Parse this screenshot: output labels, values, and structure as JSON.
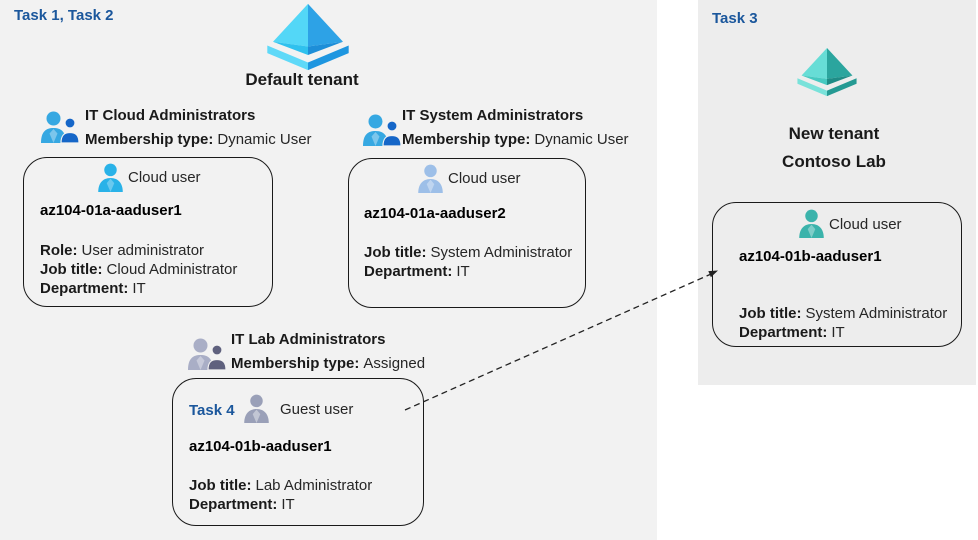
{
  "labels": {
    "task_1_2": "Task 1, Task 2",
    "task_3": "Task 3",
    "task_4": "Task 4"
  },
  "tenants": {
    "default_tenant": {
      "name": "Default tenant"
    },
    "new_tenant": {
      "name_line1": "New tenant",
      "name_line2": "Contoso Lab"
    }
  },
  "groups": [
    {
      "name": "IT Cloud Administrators",
      "membership_label": "Membership type:",
      "membership_value": "Dynamic User"
    },
    {
      "name": "IT System Administrators",
      "membership_label": "Membership type:",
      "membership_value": "Dynamic User"
    },
    {
      "name": "IT Lab Administrators",
      "membership_label": "Membership type:",
      "membership_value": "Assigned"
    }
  ],
  "users": [
    {
      "type": "Cloud user",
      "name": "az104-01a-aaduser1",
      "fields": [
        {
          "label": "Role:",
          "value": "User administrator"
        },
        {
          "label": "Job title:",
          "value": "Cloud Administrator"
        },
        {
          "label": "Department:",
          "value": "IT"
        }
      ]
    },
    {
      "type": "Cloud user",
      "name": "az104-01a-aaduser2",
      "fields": [
        {
          "label": "Job title:",
          "value": "System Administrator"
        },
        {
          "label": "Department:",
          "value": "IT"
        }
      ]
    },
    {
      "type": "Guest user",
      "name": "az104-01b-aaduser1",
      "fields": [
        {
          "label": "Job title:",
          "value": "Lab Administrator"
        },
        {
          "label": "Department:",
          "value": "IT"
        }
      ]
    },
    {
      "type": "Cloud user",
      "name": "az104-01b-aaduser1",
      "fields": [
        {
          "label": "Job title:",
          "value": "System Administrator"
        },
        {
          "label": "Department:",
          "value": "IT"
        }
      ]
    }
  ],
  "colors": {
    "task_label": "#1b579c",
    "panel_left_bg": "#f2f2f2",
    "panel_right_bg": "#ededed",
    "cloud_user_icon_blue": "#29b2e8",
    "cloud_user_icon_steel": "#9dbfe8",
    "guest_user_icon_gray": "#9aa0b8",
    "cloud_user_icon_teal": "#3bb3ab",
    "group_icon_blue_big": "#36a8e2",
    "group_icon_blue_small": "#1566c8",
    "group_icon_gray_big": "#a9aec6",
    "group_icon_gray_small": "#5f617e"
  }
}
